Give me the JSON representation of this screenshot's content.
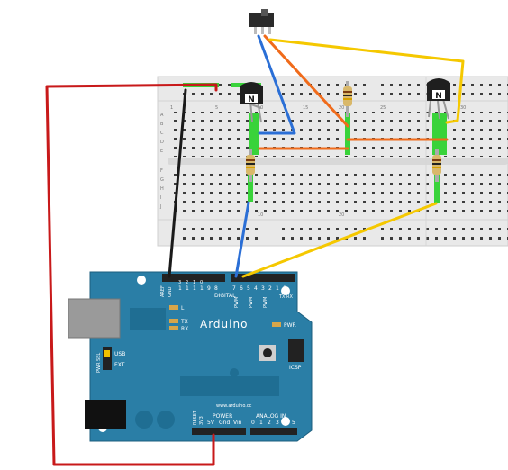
{
  "breadboard": {
    "column_numbers": [
      "1",
      "5",
      "10",
      "15",
      "20",
      "25",
      "30"
    ],
    "row_letters_left": [
      "A",
      "B",
      "C",
      "D",
      "E",
      "F",
      "G",
      "H",
      "I",
      "J"
    ],
    "transistor_label": "N"
  },
  "arduino": {
    "name": "Arduino",
    "website": "www.arduino.cc",
    "header_top": {
      "aref": "AREF",
      "gnd": "GND",
      "digital": "DIGITAL",
      "pins_high": [
        "1",
        "1",
        "1",
        "1",
        "9",
        "8"
      ],
      "pins_high_sub": [
        "3",
        "2",
        "1",
        "0",
        "",
        ""
      ],
      "pins_low": [
        "7",
        "6",
        "5",
        "4",
        "3",
        "2",
        "1",
        "0"
      ],
      "pwm": "PWM",
      "tx": "TX",
      "rx": "RX"
    },
    "leds": {
      "l": "L",
      "tx": "TX",
      "rx": "RX",
      "pwr": "PWR"
    },
    "pwr_sel": "PWR SEL",
    "usb": "USB",
    "ext": "EXT",
    "icsp": "ICSP",
    "power_header": {
      "reset": "RESET",
      "v3": "3V3",
      "power": "POWER",
      "pins": [
        "5V",
        "Gnd",
        "Vin"
      ],
      "analog": "ANALOG IN",
      "analog_pins": [
        "0",
        "1",
        "2",
        "3",
        "4",
        "5"
      ]
    }
  },
  "wire_colors": {
    "red": "#c8191a",
    "black": "#1a1a1a",
    "blue": "#2b6fd6",
    "orange": "#f06b1b",
    "yellow": "#f5c800",
    "gray": "#9a9a9a"
  },
  "board_color": "#2a7ea6"
}
